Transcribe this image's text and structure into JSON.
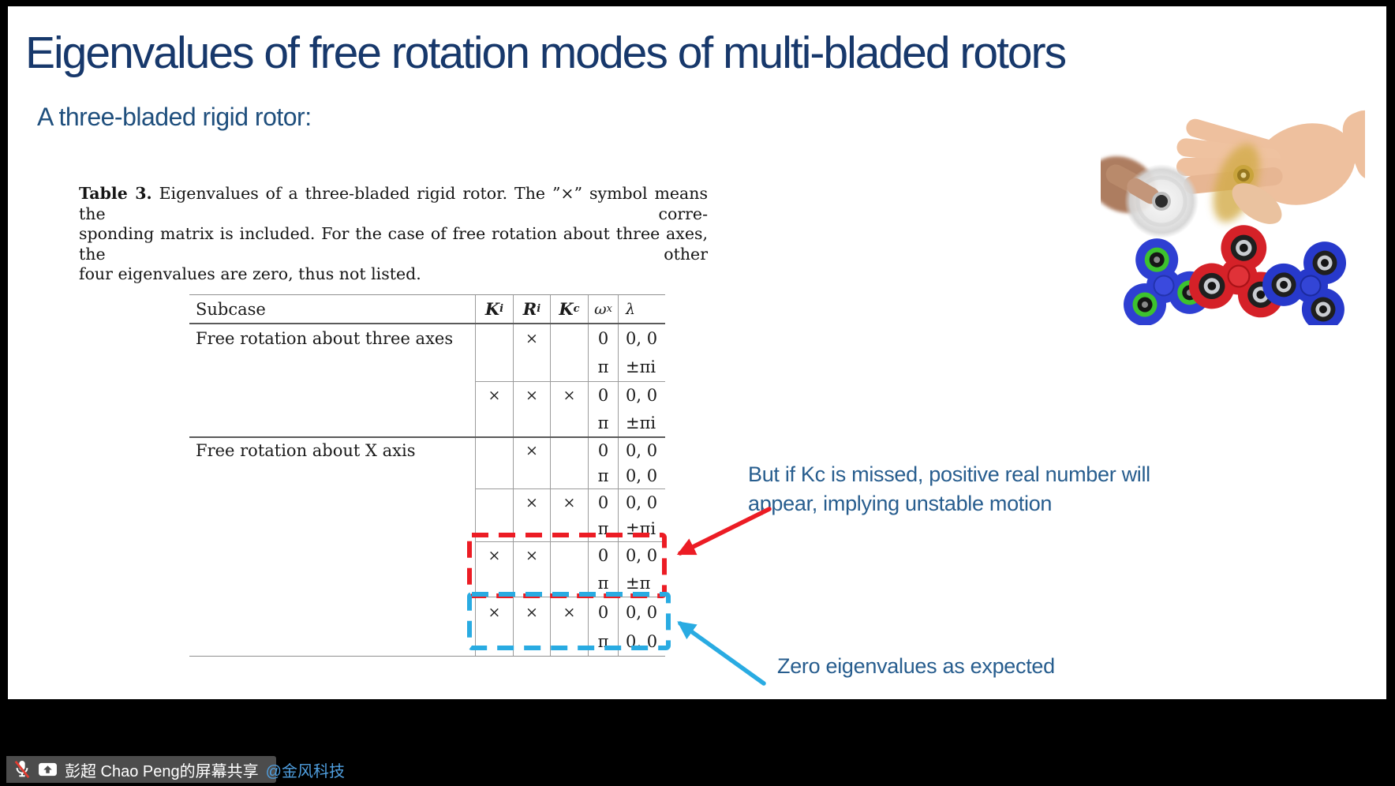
{
  "title": "Eigenvalues of free rotation modes of multi-bladed rotors",
  "subtitle": "A three-bladed rigid rotor:",
  "caption": {
    "label": "Table 3.",
    "line1": " Eigenvalues of a three-bladed rigid rotor. The ”×” symbol means the corre-",
    "line2": "sponding matrix is included. For the case of free rotation about three axes, the other",
    "line3": "four eigenvalues are zero, thus not listed."
  },
  "table": {
    "headers": [
      {
        "base": "Subcase",
        "sub": ""
      },
      {
        "base": "K",
        "sub": "i"
      },
      {
        "base": "R",
        "sub": "i"
      },
      {
        "base": "K",
        "sub": "c"
      },
      {
        "base": "ω",
        "sub": "x"
      },
      {
        "base": "λ",
        "sub": ""
      }
    ],
    "groups": [
      {
        "label": "Free rotation about three axes",
        "ki": "",
        "ri": "×",
        "kc": "",
        "wx1": "0",
        "l1": "0, 0",
        "wx2": "π",
        "l2": "±πi"
      },
      {
        "label": "",
        "ki": "×",
        "ri": "×",
        "kc": "×",
        "wx1": "0",
        "l1": "0, 0",
        "wx2": "π",
        "l2": "±πi"
      },
      {
        "label": "Free rotation about X axis",
        "ki": "",
        "ri": "×",
        "kc": "",
        "wx1": "0",
        "l1": "0, 0",
        "wx2": "π",
        "l2": "0, 0"
      },
      {
        "label": "",
        "ki": "",
        "ri": "×",
        "kc": "×",
        "wx1": "0",
        "l1": "0, 0",
        "wx2": "π",
        "l2": "±πi"
      },
      {
        "label": "",
        "ki": "×",
        "ri": "×",
        "kc": "",
        "wx1": "0",
        "l1": "0, 0",
        "wx2": "π",
        "l2": "±π"
      },
      {
        "label": "",
        "ki": "×",
        "ri": "×",
        "kc": "×",
        "wx1": "0",
        "l1": "0, 0",
        "wx2": "π",
        "l2": "0, 0"
      }
    ]
  },
  "annotations": {
    "unstable_line1": "But if Kc is missed, positive real number will",
    "unstable_line2": "appear, implying unstable motion",
    "zero_note": "Zero eigenvalues as expected",
    "red_color": "#ec1c24",
    "cyan_color": "#29abe2",
    "text_color": "#275d8e"
  },
  "statusbar": {
    "share_text": "彭超 Chao Peng的屏幕共享",
    "mention": "@金风科技",
    "bg": "#4c4c4c",
    "mention_color": "#4f9fe0",
    "mic_icon": "microphone-muted-icon",
    "screen_icon": "screen-share-icon"
  },
  "images": {
    "photo_desc": "hand spinning fidget spinners",
    "spinner_colors": [
      {
        "body": "#2e3fd2",
        "ring": "#3dc22e"
      },
      {
        "body": "#d52128",
        "ring": "#1f1f1f"
      },
      {
        "body": "#2739cb",
        "ring": "#1f1f1f"
      }
    ]
  }
}
